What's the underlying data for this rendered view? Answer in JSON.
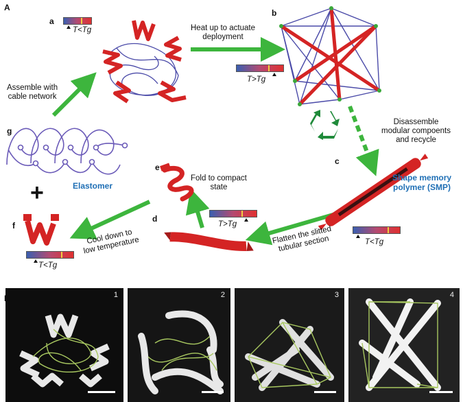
{
  "section_a_label": "A",
  "section_b_label": "B",
  "panels": {
    "a": "a",
    "b": "b",
    "c": "c",
    "d": "d",
    "e": "e",
    "f": "f",
    "g": "g"
  },
  "captions": {
    "heat": "Heat up to actuate\ndeployment",
    "assemble": "Assemble with\ncable network",
    "disassemble": "Disassemble\nmodular compoents\nand recycle",
    "smp": "Shape memory\npolymer (SMP)",
    "flatten": "Flatten the slitted\ntubular section",
    "fold": "Fold to compact\nstate",
    "cool": "Cool down to\nlow temperature",
    "elastomer": "Elastomer",
    "plus": "+"
  },
  "temps": {
    "below": "T<Tg",
    "above": "T>Tg"
  },
  "photo_numbers": [
    "1",
    "2",
    "3",
    "4"
  ],
  "colors": {
    "arrow_green": "#3db53d",
    "smp_red": "#d42424",
    "cable_blue": "#4a4aa8",
    "elastomer_purple": "#6a5ab8",
    "label_blue": "#1f6fb5",
    "node_green": "#3aa83a"
  }
}
